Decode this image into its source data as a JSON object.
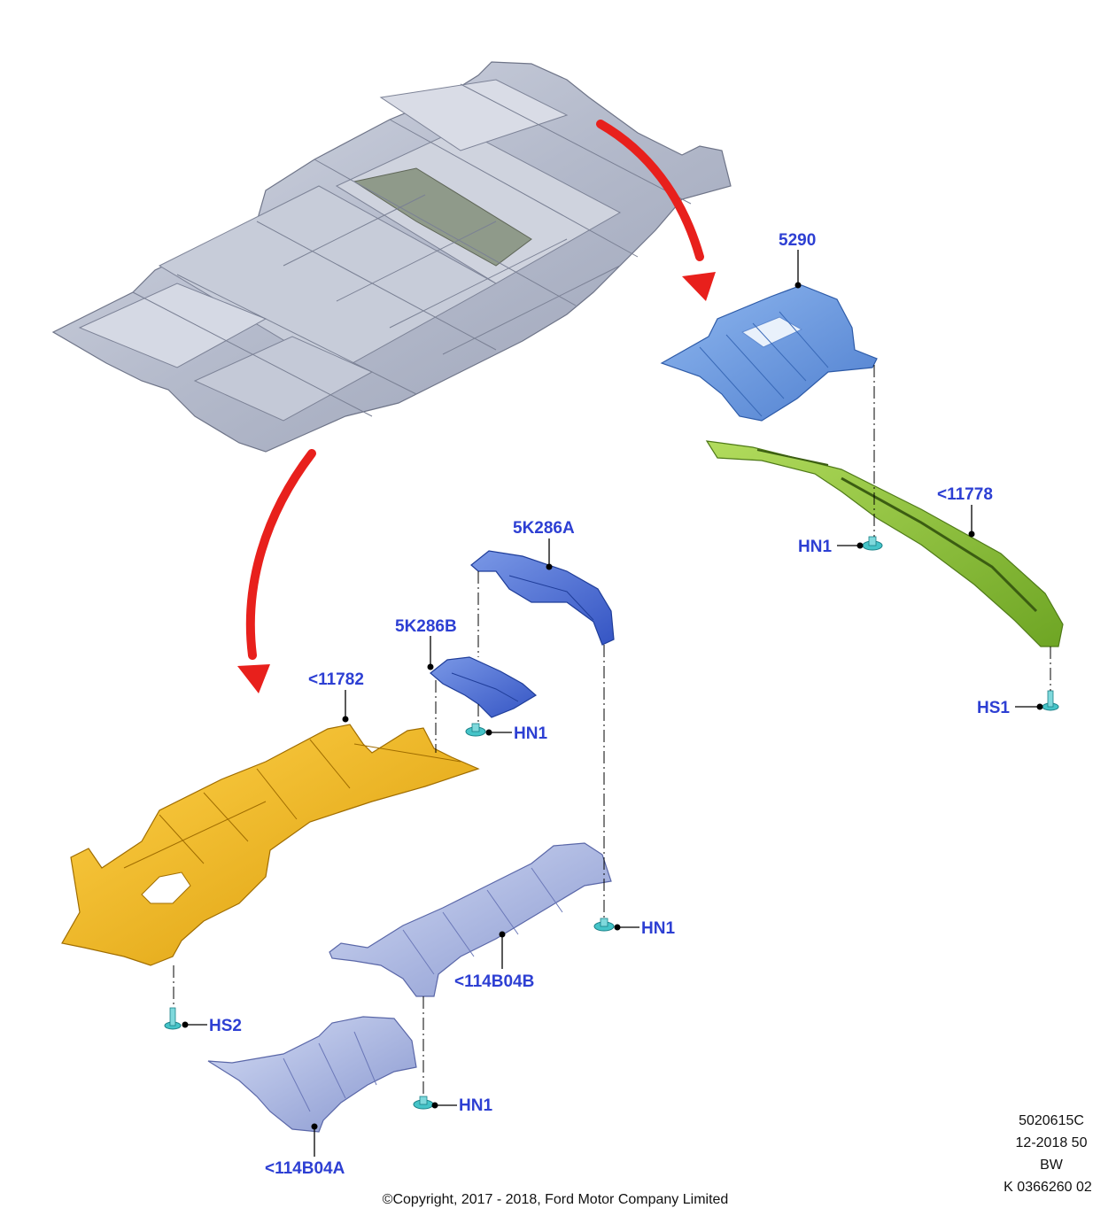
{
  "labels": {
    "p5290": "5290",
    "p11778": "<11778",
    "hn1_right": "HN1",
    "hs1": "HS1",
    "p5k286a": "5K286A",
    "p5k286b": "5K286B",
    "hn1_mid_top": "HN1",
    "p11782": "<11782",
    "hn1_mid_right": "HN1",
    "p114b04b": "<114B04B",
    "hs2": "HS2",
    "hn1_bottom": "HN1",
    "p114b04a": "<114B04A"
  },
  "meta": {
    "line1": "5020615C",
    "line2": "12-2018 50",
    "line3": "BW",
    "line4": "K 0366260 02"
  },
  "copyright": "©Copyright, 2017 - 2018, Ford Motor Company Limited",
  "colors": {
    "label": "#2d3fd3",
    "arrow": "#e8201c",
    "floor_pan": "#b9bfcf",
    "heat_shield_blue": "#6d9bdc",
    "shield_bracket": "#4d72d6",
    "rail_green": "#8fc63a",
    "shield_yellow": "#f0b619",
    "shield_light": "#a9b7e3",
    "fastener": "#45c4c8"
  }
}
